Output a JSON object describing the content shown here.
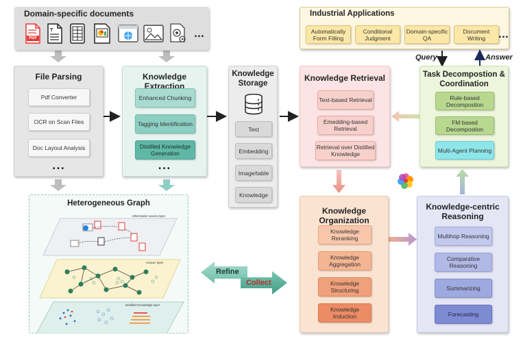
{
  "domain_docs": {
    "title": "Domain-specific documents",
    "pdf_label": "PDF",
    "more": "..."
  },
  "industrial": {
    "title": "Industrial Applications",
    "items": [
      "Automatically Form Filling",
      "Conditional Judgment",
      "Domain-specific QA",
      "Document Writing"
    ],
    "more": "...",
    "query": "Query",
    "answer": "Answer"
  },
  "file_parsing": {
    "title": "File Parsing",
    "items": [
      "Pdf Converter",
      "OCR on Scan Files",
      "Doc Layout Analysis"
    ],
    "more": "..."
  },
  "knowledge_extraction": {
    "title": "Knowledge Extraction",
    "items": [
      "Enhanced Chunking",
      "Tagging Identification",
      "Distilled Knowledge Generation"
    ],
    "more": "..."
  },
  "knowledge_storage": {
    "title": "Knowledge Storage",
    "items": [
      "Text",
      "Embedding",
      "Image/table",
      "Knowledge"
    ]
  },
  "knowledge_retrieval": {
    "title": "Knowledge Retrieval",
    "items": [
      "Text-based Retrieval",
      "Emedding-based Retrieval",
      "Retrieval over Distilled Knowledge"
    ]
  },
  "task_decomposition": {
    "title": "Task Decompostion & Coordination",
    "items": [
      "Rule-based Decompositon",
      "FM based Decompostion",
      "Multi-Agent Planning"
    ]
  },
  "knowledge_organization": {
    "title": "Knowledge Organization",
    "items": [
      "Knowledge Reranking",
      "Knowledge Aggregation",
      "Knowledge Structuring",
      "Knowledge Induction"
    ]
  },
  "knowledge_reasoning": {
    "title": "Knowledge-centric Reasoning",
    "items": [
      "Multihop Reasoning",
      "Comparative Reasoning",
      "Summarizing",
      "Forecasting"
    ]
  },
  "graph": {
    "title": "Heterogeneous Graph",
    "layers": [
      "Information source layer",
      "Corpus layer",
      "Distilled Knowledge layer"
    ]
  },
  "refine_collect": {
    "refine": "Refine",
    "collect": "Collect"
  },
  "colors": {
    "extraction_chip": "#5fb8a6",
    "retrieval_chip": "#f7d0cc",
    "organization_chip": "#f0a07a",
    "reasoning_chip": "#8a9ad6",
    "decomposition_chip": "#b8d890",
    "multi_agent_chip": "#8fe6ea",
    "app_chip": "#fbe7a7"
  }
}
